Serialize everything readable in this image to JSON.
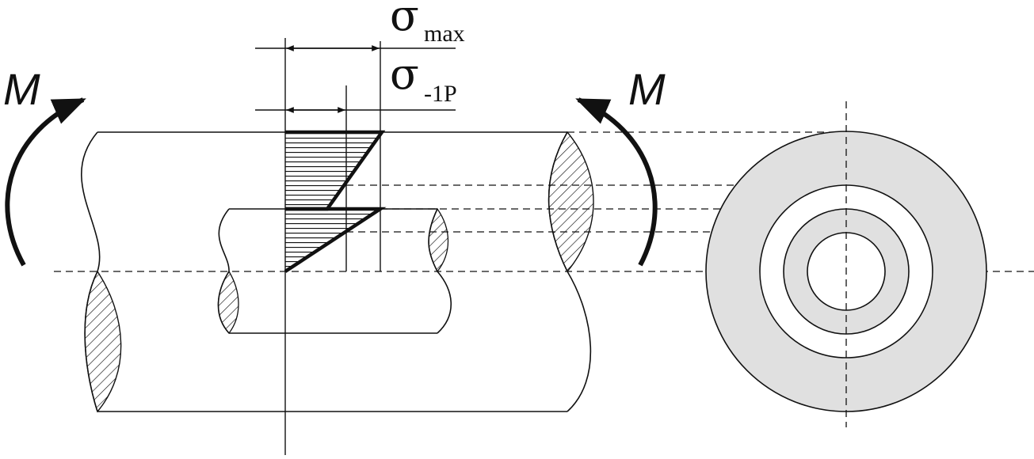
{
  "labels": {
    "moment_left": "M",
    "moment_right": "M",
    "sigma_max": {
      "symbol": "σ",
      "subscript": "max"
    },
    "sigma_fatigue": {
      "symbol": "σ",
      "subscript": "-1P"
    }
  },
  "colors": {
    "line": "#111111",
    "ring_fill": "#e0e0e0",
    "background": "#ffffff"
  }
}
